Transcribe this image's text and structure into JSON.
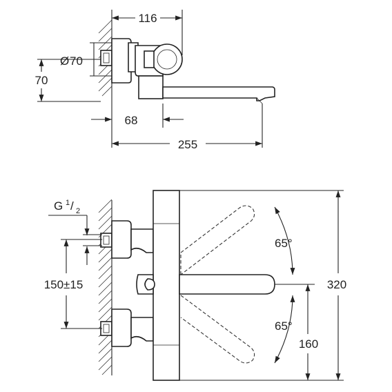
{
  "dims": {
    "d116": "116",
    "dia_sym": "Ø",
    "d70dia": "70",
    "d70": "70",
    "d68": "68",
    "d255": "255",
    "thread_main": "G",
    "thread_num": "1",
    "thread_den": "2",
    "d150": "150±15",
    "angle_top": "65°",
    "angle_bottom": "65°",
    "d320": "320",
    "d160": "160"
  },
  "icons": {
    "arrowhead": "filled-triangle"
  }
}
